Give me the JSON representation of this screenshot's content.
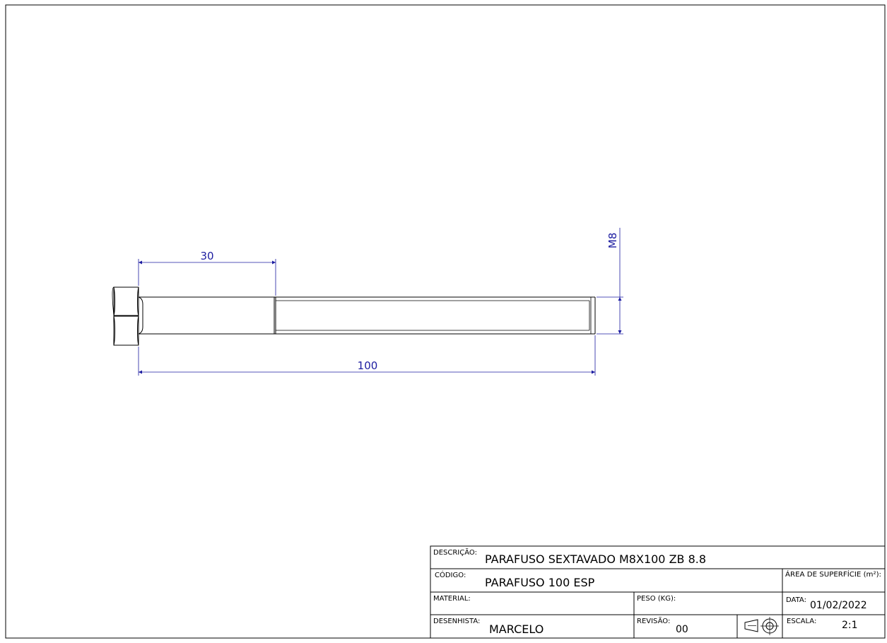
{
  "drawing": {
    "dimensions": {
      "shank_length": "30",
      "total_length": "100",
      "thread": "M8"
    }
  },
  "title_block": {
    "descricao_label": "DESCRIÇÃO:",
    "descricao_value": "PARAFUSO SEXTAVADO M8X100 ZB 8.8",
    "codigo_label": "CÓDIGO:",
    "codigo_value": "PARAFUSO 100 ESP",
    "area_label": "ÁREA DE SUPERFÍCIE (m²):",
    "area_value": "",
    "material_label": "MATERIAL:",
    "material_value": "",
    "peso_label": "PESO (KG):",
    "peso_value": "",
    "data_label": "DATA:",
    "data_value": "01/02/2022",
    "desenhista_label": "DESENHISTA:",
    "desenhista_value": "MARCELO",
    "revisao_label": "REVISÃO:",
    "revisao_value": "00",
    "escala_label": "ESCALA:",
    "escala_value": "2:1",
    "projection_icon": "first-angle-projection-icon"
  },
  "colors": {
    "dimension": "#1c1ca0",
    "line": "#000000"
  }
}
